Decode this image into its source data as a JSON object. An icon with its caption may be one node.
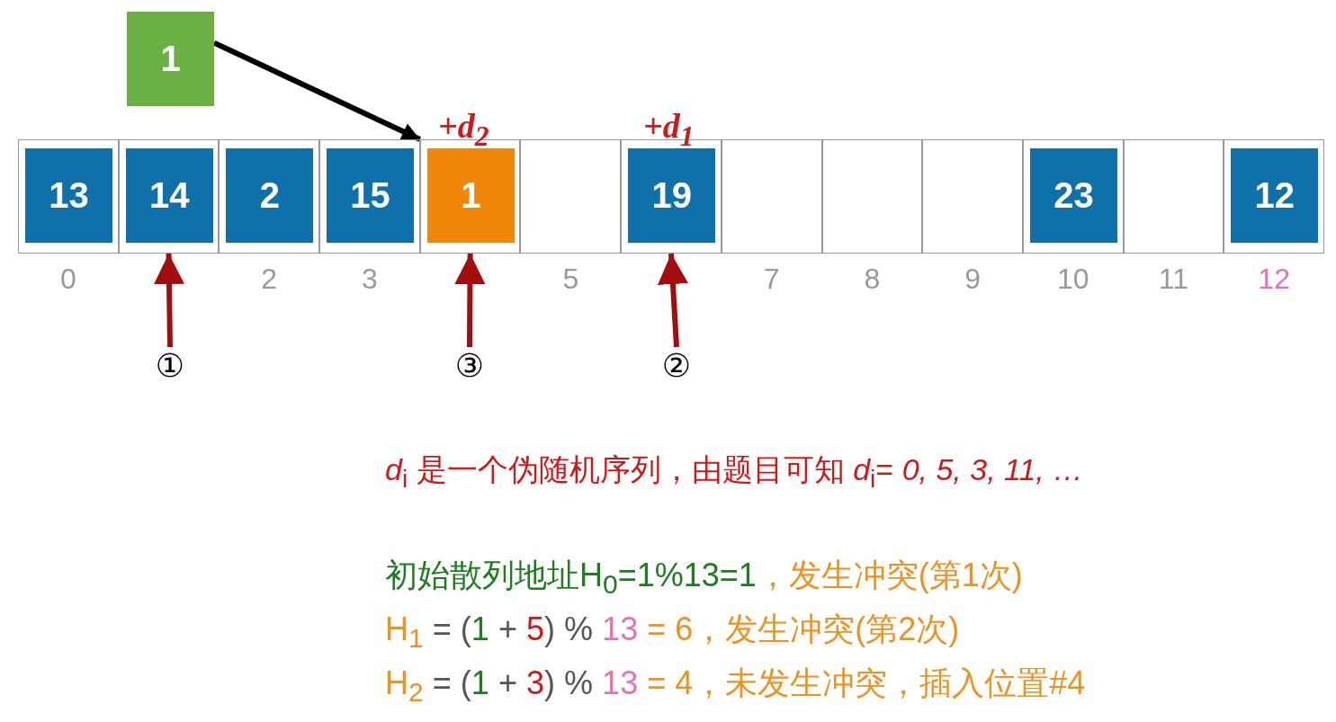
{
  "diagram": {
    "nodes": [
      {
        "text": [
          "1"
        ]
      },
      {
        "text": [],
        "shape": "box"
      },
      {
        "text": [
          "13"
        ],
        "in": 1
      },
      {
        "text": [],
        "shape": "box"
      },
      {
        "text": [
          "14"
        ],
        "in": 3
      },
      {
        "text": [],
        "shape": "box"
      },
      {
        "text": [
          "2"
        ],
        "in": 5
      },
      {
        "text": [],
        "shape": "box"
      },
      {
        "text": [
          "15"
        ],
        "in": 7
      },
      {
        "text": [],
        "shape": "box"
      },
      {
        "text": [
          "1"
        ],
        "in": 9
      },
      {
        "text": [],
        "shape": "box"
      },
      {
        "text": [],
        "shape": "box"
      },
      {
        "text": [
          "19"
        ],
        "in": 12
      },
      {
        "text": [],
        "shape": "box"
      },
      {
        "text": [],
        "shape": "box"
      },
      {
        "text": [],
        "shape": "box"
      },
      {
        "text": [],
        "shape": "box"
      },
      {
        "text": [
          "23"
        ],
        "in": 17
      },
      {
        "text": [],
        "shape": "box"
      },
      {
        "text": [],
        "shape": "box"
      },
      {
        "text": [
          "12"
        ],
        "in": 20
      },
      {
        "text": [
          "①"
        ]
      },
      {
        "text": [
          "③"
        ]
      },
      {
        "text": [
          "②"
        ]
      }
    ],
    "edges": [
      {
        "from": 0,
        "to": 9,
        "arrow": "to",
        "color": "#000000"
      },
      {
        "from": 22,
        "to": 3,
        "arrow": "to"
      },
      {
        "from": 23,
        "to": 9,
        "arrow": "to"
      },
      {
        "from": 24,
        "to": 12,
        "arrow": "to"
      }
    ],
    "labels": [
      "+d$_{2}$",
      "+d$_{1}$",
      "0",
      "2",
      "3",
      "5",
      "7",
      "8",
      "9",
      "10",
      "11",
      "12",
      "*d*$_{i}$ 是一个伪随机序列，由题目可知 *d*$_{i}$= *0, 5, 3, 11, …*",
      "初始散列地址H$_{0}$=1%13=1",
      "，发生冲突(第1次)",
      "H$_{1}$",
      "= (",
      "1",
      "+",
      "5",
      ") %",
      "13",
      "= 6，发生冲突(第2次)",
      "H$_{2}$",
      "= (",
      "1",
      "+",
      "3",
      ") %",
      "13",
      "= 4，未发生冲突，插入位置#4"
    ]
  }
}
